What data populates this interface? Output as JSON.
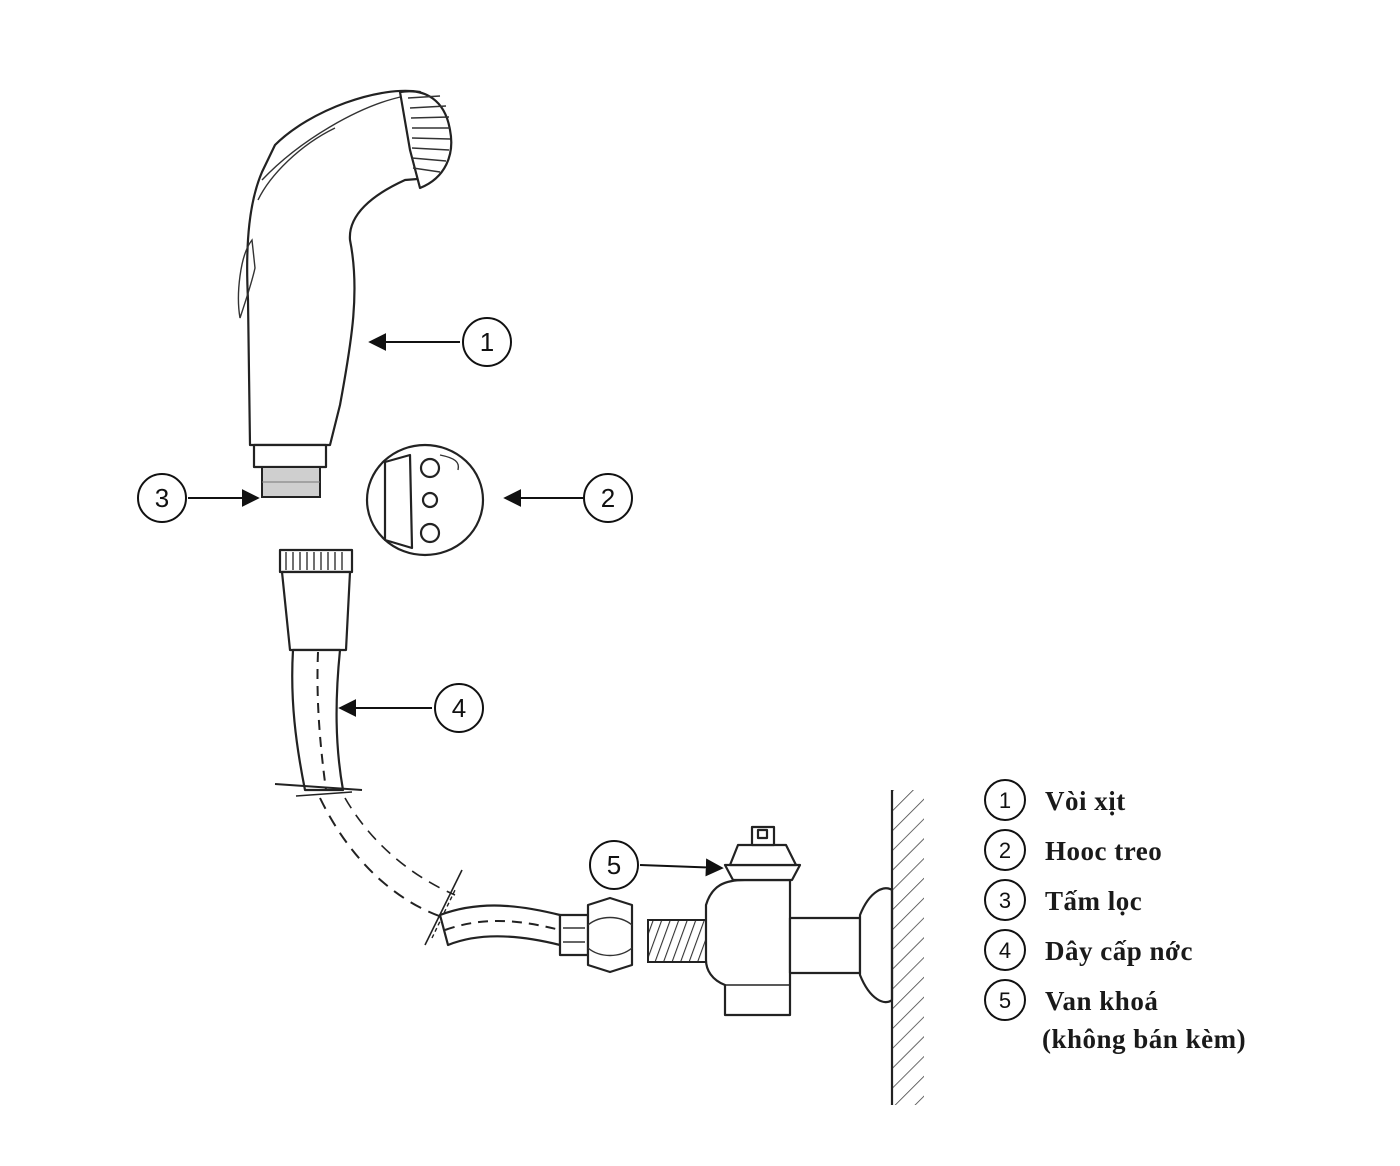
{
  "callouts": [
    {
      "number": "1"
    },
    {
      "number": "2"
    },
    {
      "number": "3"
    },
    {
      "number": "4"
    },
    {
      "number": "5"
    }
  ],
  "legend": [
    {
      "number": "1",
      "label": "Vòi xịt"
    },
    {
      "number": "2",
      "label": "Hooc treo"
    },
    {
      "number": "3",
      "label": "Tấm lọc"
    },
    {
      "number": "4",
      "label": "Dây cấp nớc"
    },
    {
      "number": "5",
      "label": "Van khoá",
      "label_line2": "(không bán kèm)"
    }
  ]
}
